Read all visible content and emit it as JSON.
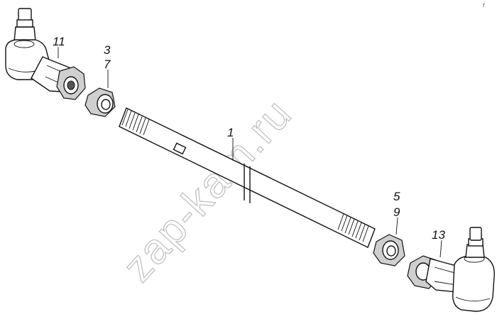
{
  "watermark": "zap-kam.ru",
  "labels": {
    "p1": "1",
    "p3": "3",
    "p7": "7",
    "p5": "5",
    "p9": "9",
    "p11": "11",
    "p13": "13"
  },
  "corner_mark": "r"
}
